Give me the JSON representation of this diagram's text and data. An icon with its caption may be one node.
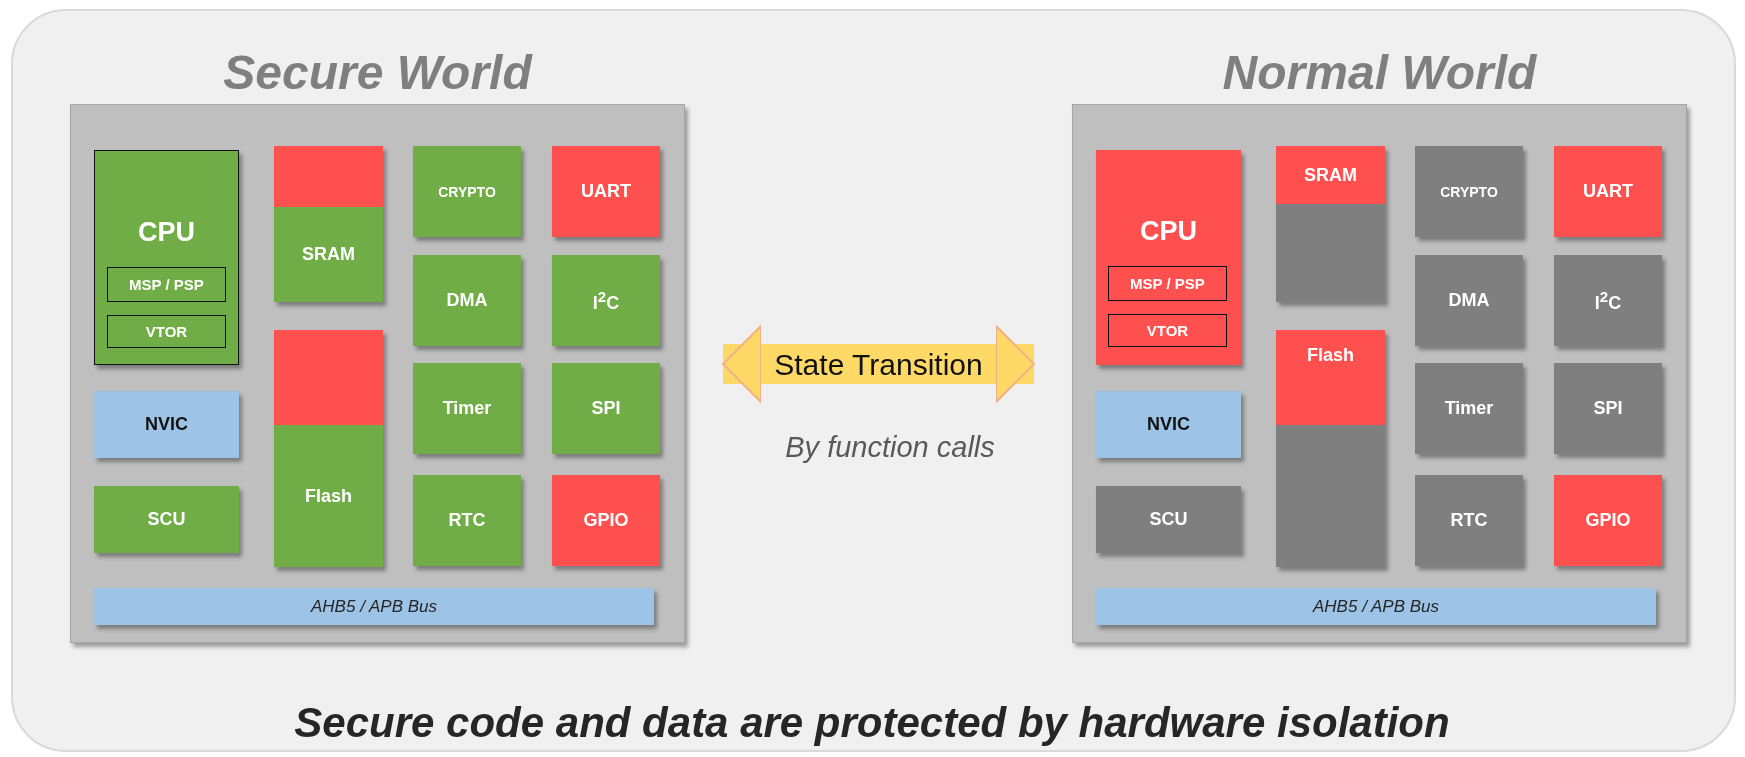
{
  "diagram": {
    "caption": "Secure code and data are protected by hardware isolation",
    "nodes": [
      {
        "text": [
          "Secure World"
        ]
      },
      {
        "text": [
          "CPU"
        ],
        "in": 0
      },
      {
        "text": [
          "MSP / PSP"
        ],
        "in": 1
      },
      {
        "text": [
          "VTOR"
        ],
        "in": 1
      },
      {
        "text": [
          "SRAM"
        ],
        "in": 0
      },
      {
        "text": [],
        "shape": "box",
        "in": 4
      },
      {
        "text": [
          "Flash"
        ],
        "in": 0
      },
      {
        "text": [],
        "shape": "box",
        "in": 6
      },
      {
        "text": [
          "CRYPTO"
        ],
        "in": 0
      },
      {
        "text": [
          "UART"
        ],
        "in": 0
      },
      {
        "text": [
          "DMA"
        ],
        "in": 0
      },
      {
        "text": [
          "I$^{2}$C"
        ],
        "in": 0
      },
      {
        "text": [
          "Timer"
        ],
        "in": 0
      },
      {
        "text": [
          "SPI"
        ],
        "in": 0
      },
      {
        "text": [
          "RTC"
        ],
        "in": 0
      },
      {
        "text": [
          "GPIO"
        ],
        "in": 0
      },
      {
        "text": [
          "NVIC"
        ],
        "in": 0
      },
      {
        "text": [
          "SCU"
        ],
        "in": 0
      },
      {
        "text": [
          "AHB5 / APB Bus"
        ],
        "in": 0
      },
      {
        "text": [
          "Normal World"
        ]
      },
      {
        "text": [
          "CPU"
        ],
        "in": 19
      },
      {
        "text": [
          "MSP / PSP"
        ],
        "in": 20
      },
      {
        "text": [
          "VTOR"
        ],
        "in": 20
      },
      {
        "text": [],
        "shape": "box",
        "in": 19
      },
      {
        "text": [
          "SRAM"
        ],
        "in": 23
      },
      {
        "text": [],
        "shape": "box",
        "in": 19
      },
      {
        "text": [
          "Flash"
        ],
        "in": 25
      },
      {
        "text": [
          "CRYPTO"
        ],
        "in": 19
      },
      {
        "text": [
          "UART"
        ],
        "in": 19
      },
      {
        "text": [
          "DMA"
        ],
        "in": 19
      },
      {
        "text": [
          "I$^{2}$C"
        ],
        "in": 19
      },
      {
        "text": [
          "Timer"
        ],
        "in": 19
      },
      {
        "text": [
          "SPI"
        ],
        "in": 19
      },
      {
        "text": [
          "RTC"
        ],
        "in": 19
      },
      {
        "text": [
          "GPIO"
        ],
        "in": 19
      },
      {
        "text": [
          "NVIC"
        ],
        "in": 19
      },
      {
        "text": [
          "SCU"
        ],
        "in": 19
      },
      {
        "text": [
          "AHB5 / APB Bus"
        ],
        "in": 19
      }
    ],
    "edges": [
      {
        "from": 0,
        "to": 19,
        "arrow": "both",
        "label": "State Transition"
      }
    ],
    "labels": [
      "By function calls"
    ]
  }
}
